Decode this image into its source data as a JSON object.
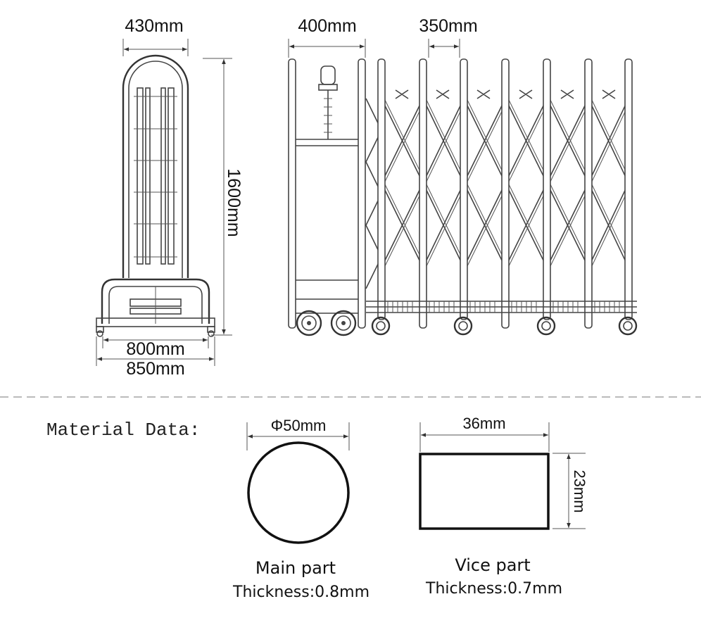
{
  "drawing": {
    "side_view": {
      "width_label": "430mm",
      "height_label": "1600mm",
      "base_inner_label": "800mm",
      "base_outer_label": "850mm"
    },
    "front_view": {
      "head_width_label": "400mm",
      "spacing_label": "350mm"
    },
    "material": {
      "heading": "Material Data:",
      "round_tube": {
        "diameter_symbol": "Φ",
        "diameter_label": "50mm",
        "name": "Main part",
        "thickness": "Thickness:0.8mm"
      },
      "rect_tube": {
        "width_label": "36mm",
        "height_label": "23mm",
        "name": "Vice part",
        "thickness": "Thickness:0.7mm"
      }
    }
  }
}
